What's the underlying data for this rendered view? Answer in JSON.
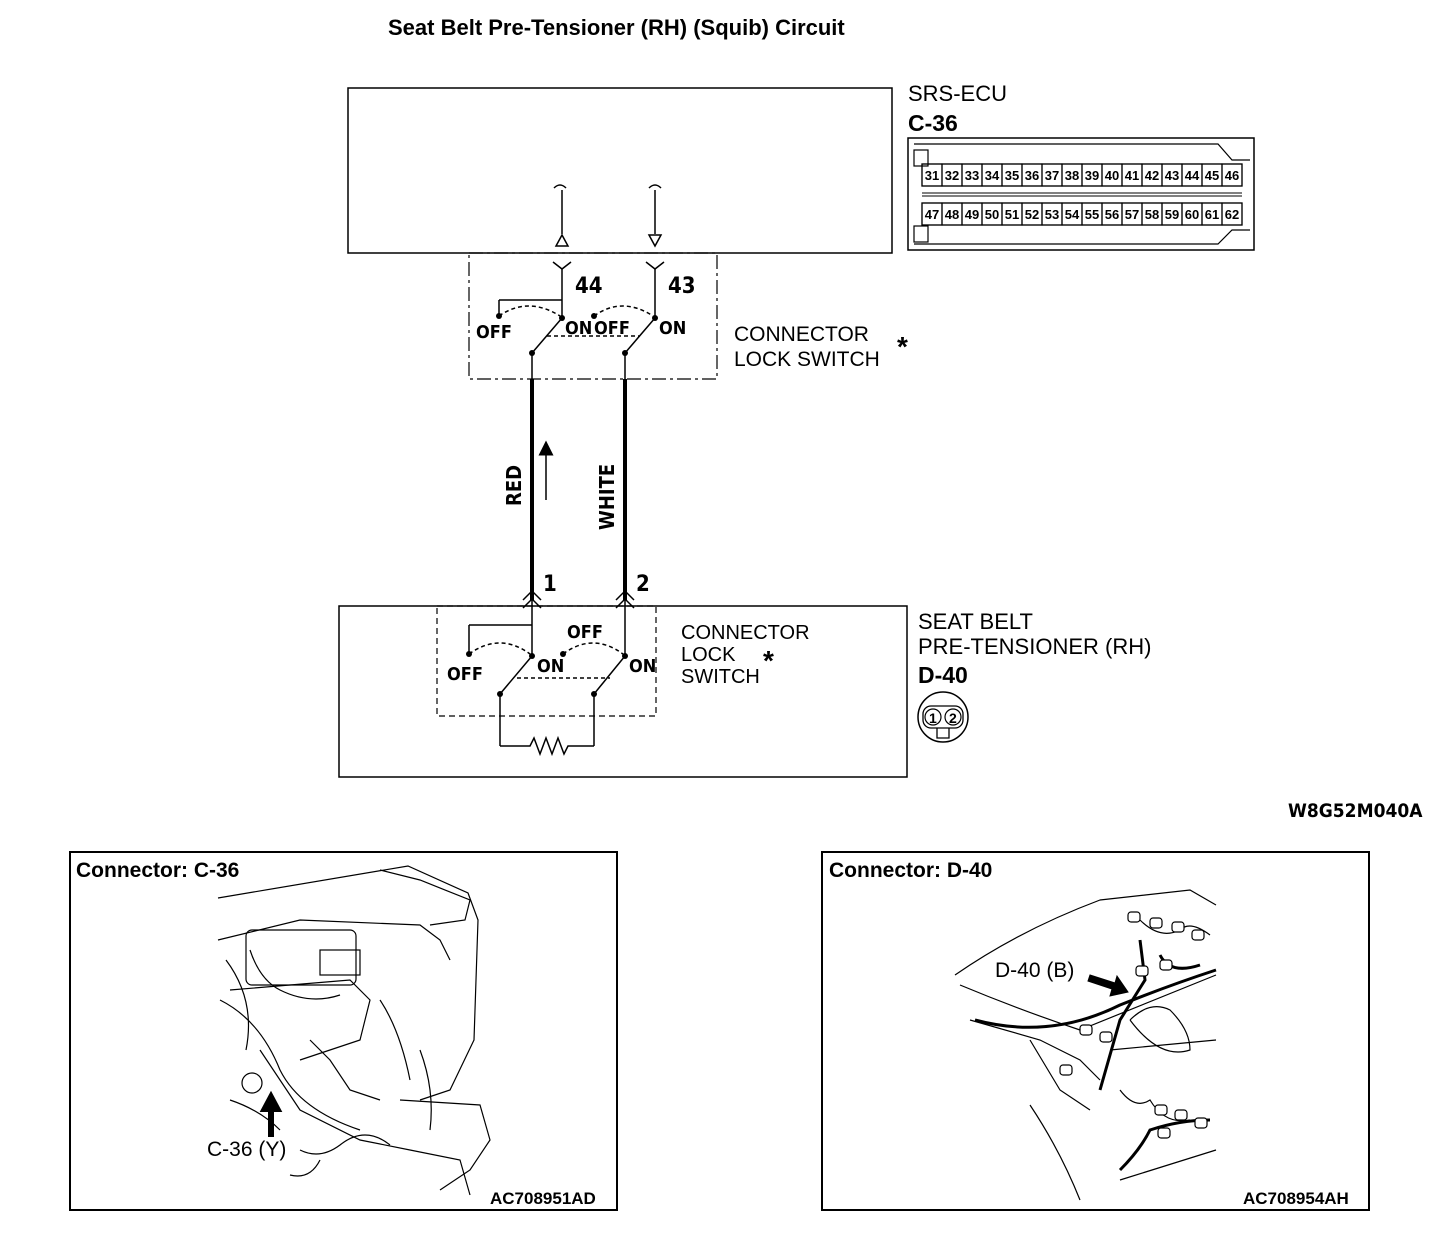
{
  "title": "Seat Belt Pre-Tensioner (RH) (Squib) Circuit",
  "ecu": {
    "name": "SRS-ECU",
    "connector_id": "C-36",
    "pins_top": [
      "31",
      "32",
      "33",
      "34",
      "35",
      "36",
      "37",
      "38",
      "39",
      "40",
      "41",
      "42",
      "43",
      "44",
      "45",
      "46"
    ],
    "pins_bottom": [
      "47",
      "48",
      "49",
      "50",
      "51",
      "52",
      "53",
      "54",
      "55",
      "56",
      "57",
      "58",
      "59",
      "60",
      "61",
      "62"
    ],
    "terminal_left": "44",
    "terminal_right": "43"
  },
  "lock_switch_top": {
    "label_line1": "CONNECTOR",
    "label_line2": "LOCK SWITCH",
    "asterisk": "*",
    "off": "OFF",
    "on": "ON"
  },
  "wires": [
    {
      "color_label": "RED",
      "pin_bottom": "1"
    },
    {
      "color_label": "WHITE",
      "pin_bottom": "2"
    }
  ],
  "pretensioner": {
    "name_line1": "SEAT BELT",
    "name_line2": "PRE-TENSIONER (RH)",
    "connector_id": "D-40",
    "pin1": "1",
    "pin2": "2",
    "lock_label_line1": "CONNECTOR",
    "lock_label_line2": "LOCK",
    "lock_label_line3": "SWITCH",
    "asterisk": "*",
    "off": "OFF",
    "on": "ON"
  },
  "diagram_code": "W8G52M040A",
  "panels": [
    {
      "title": "Connector: C-36",
      "callout": "C-36 (Y)",
      "code": "AC708951AD"
    },
    {
      "title": "Connector: D-40",
      "callout": "D-40 (B)",
      "code": "AC708954AH"
    }
  ]
}
